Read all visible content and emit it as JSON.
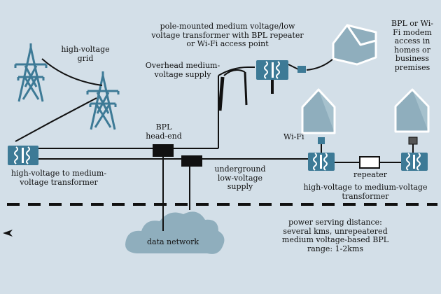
{
  "colors": {
    "background": "#d3dfe8",
    "house_fill": "#8faebd",
    "house_stroke": "#ffffff",
    "transformer_fill": "#3d7a96",
    "pylon": "#3d7a96",
    "line": "#111111",
    "cloud": "#8faebd",
    "repeater_box": "#ffffff"
  },
  "labels": {
    "hv_grid": "high-voltage\ngrid",
    "pole_transformer": "pole-mounted medium voltage/low\nvoltage transformer with BPL repeater\nor Wi-Fi access point",
    "overhead_supply": "Overhead medium-\nvoltage supply",
    "modem_access": "BPL or Wi-\nFi modem\naccess in\nhomes or\nbusiness\npremises",
    "bpl_headend": "BPL\nhead-end",
    "wifi": "Wi-Fi",
    "hv_mv_transformer_left": "high-voltage to medium-\nvoltage transformer",
    "underground_supply": "underground\nlow-voltage\nsupply",
    "repeater": "repeater",
    "hv_mv_transformer_right": "high-voltage to medium-voltage\ntransformer",
    "data_network": "data network",
    "serving_distance": "power serving distance:\nseveral kms, unrepeatered\nmedium voltage-based BPL\nrange: 1-2kms"
  },
  "icons": {
    "pylon": "power-pylon-icon",
    "transformer": "transformer-icon",
    "house": "house-icon",
    "cloud": "cloud-icon",
    "arrow": "arrow-left-icon"
  }
}
